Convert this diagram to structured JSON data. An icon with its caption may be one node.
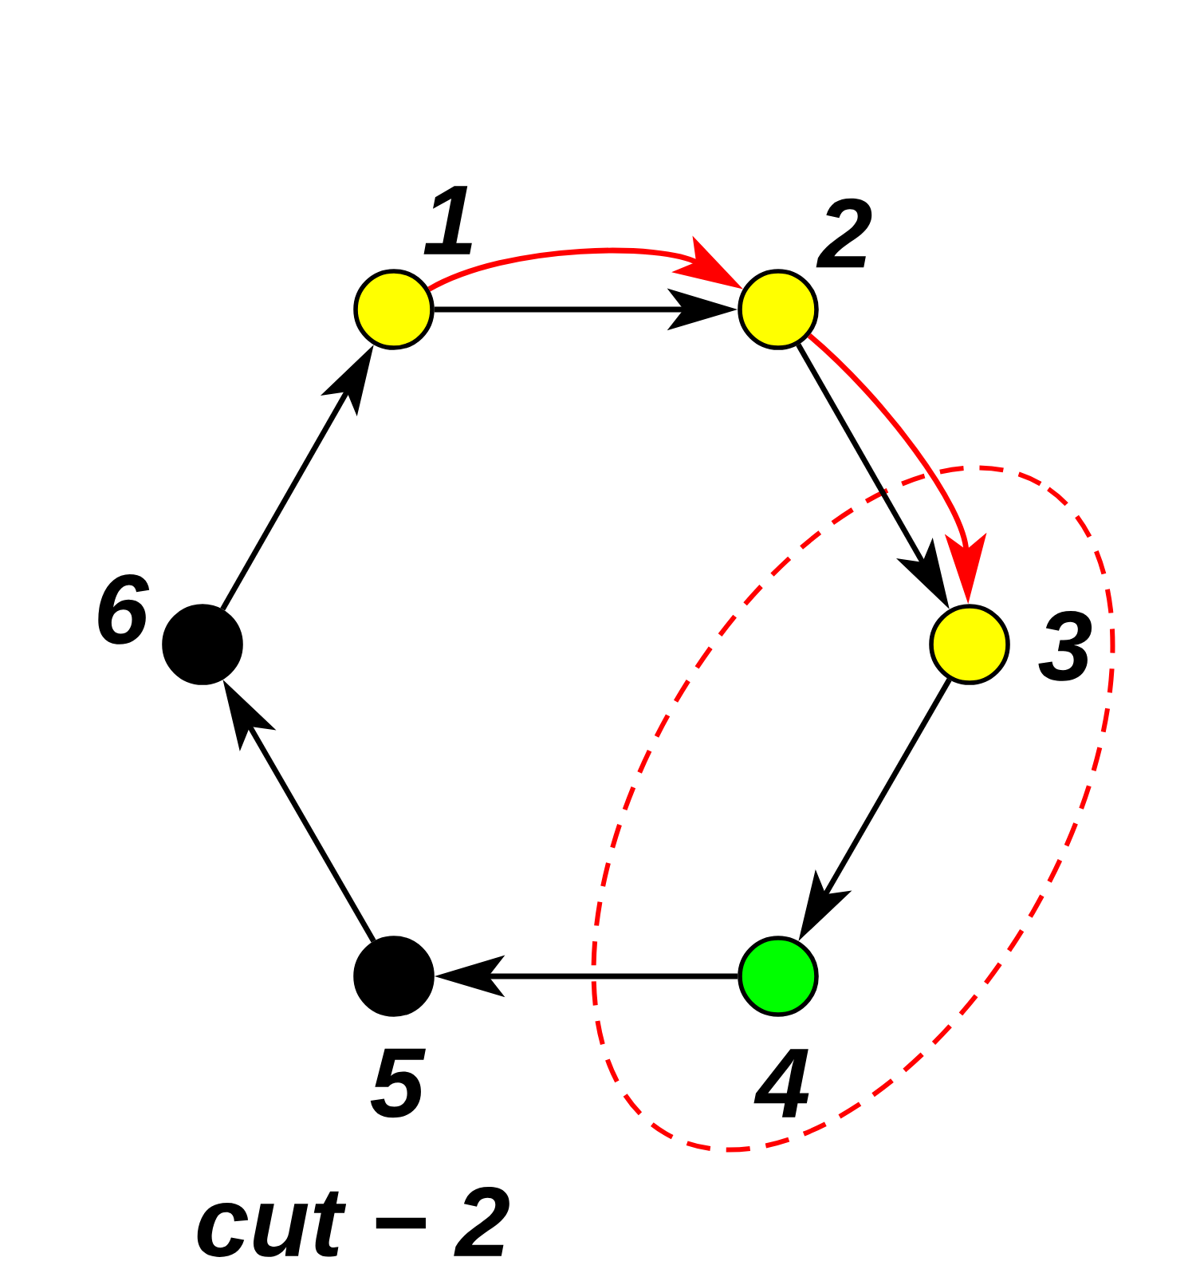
{
  "diagram": {
    "caption": "cut − 2",
    "nodes": [
      {
        "text": [],
        "shape": "circle",
        "beside": [
          "1"
        ]
      },
      {
        "text": [],
        "shape": "circle",
        "beside": [
          "2"
        ]
      },
      {
        "text": [],
        "shape": "ellipse"
      },
      {
        "text": [],
        "shape": "circle",
        "beside": [
          "3"
        ],
        "in": 2
      },
      {
        "text": [],
        "shape": "circle",
        "beside": [
          "4"
        ],
        "in": 2
      },
      {
        "text": [],
        "shape": "circle",
        "beside": [
          "5"
        ]
      },
      {
        "text": [],
        "shape": "circle",
        "beside": [
          "6"
        ]
      }
    ],
    "edges": [
      {
        "from": 0,
        "to": 1,
        "arrow": "to"
      },
      {
        "from": 1,
        "to": 3,
        "arrow": "to"
      },
      {
        "from": 3,
        "to": 4,
        "arrow": "to"
      },
      {
        "from": 4,
        "to": 5,
        "arrow": "to"
      },
      {
        "from": 5,
        "to": 6,
        "arrow": "to"
      },
      {
        "from": 6,
        "to": 0,
        "arrow": "to"
      },
      {
        "from": 0,
        "to": 1,
        "arrow": "to",
        "color": "#ff0000"
      },
      {
        "from": 1,
        "to": 3,
        "arrow": "to",
        "color": "#ff0000"
      }
    ]
  }
}
